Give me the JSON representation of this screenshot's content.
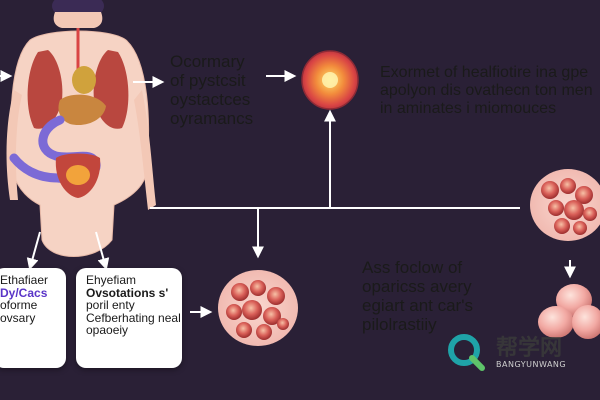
{
  "blocks": {
    "center_left": {
      "lines": [
        "Ocormary",
        "of pystcsit",
        "oystactces",
        "oyramancs"
      ]
    },
    "right_top": {
      "lines": [
        "Exormet of healfiotire ina gpe",
        "apolyon dis ovathecn ton men",
        "in aminates i miomouces"
      ]
    },
    "right_mid": {
      "lines": [
        "Ass foclow of",
        "oparicss avery",
        "egiart ant car's",
        "pilolrastiiy"
      ]
    }
  },
  "cards": {
    "left": {
      "lines": [
        "Ethafiaer",
        "Dy/Cacs",
        "oforme",
        "ovsary"
      ]
    },
    "mid": {
      "lines": [
        "Ehyefiam",
        "Ovsotations s'",
        "poril enty",
        "Cefberhating neal",
        "opaoeiy"
      ]
    }
  },
  "watermark": {
    "cn": "帮学网",
    "en": "BANGYUNWANG"
  },
  "colors": {
    "background": "#2a2036",
    "arrow": "#ffffff",
    "skin": "#f6d3c4",
    "organ": "#b9473f",
    "tissue": "#f0a6a0",
    "watermark_teal": "#1fa3a8",
    "watermark_dark": "#3a3a3a"
  }
}
